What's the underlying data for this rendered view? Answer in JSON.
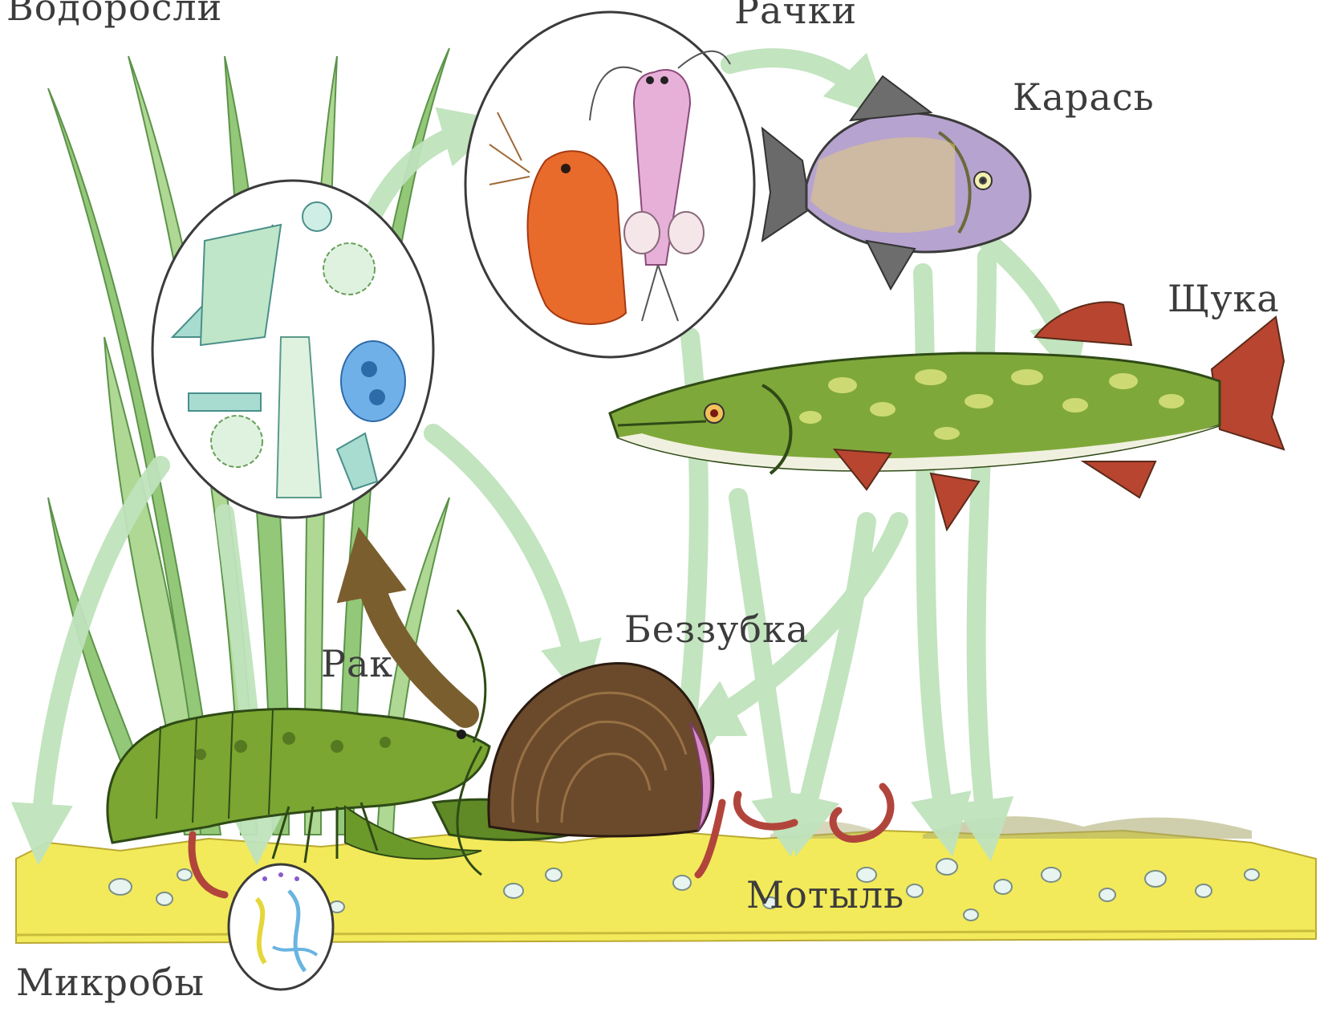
{
  "labels": {
    "algae": "Водоросли",
    "crustaceans": "Рачки",
    "crucian": "Карась",
    "pike": "Щука",
    "crayfish": "Рак",
    "mussel": "Беззубка",
    "bloodworm": "Мотыль",
    "microbes": "Микробы"
  },
  "colors": {
    "arrow": "#bfe3bc",
    "food_arrow": "#7a5e2e",
    "sediment": "#f2ea5a",
    "algae": "#8cc46e",
    "pike_body": "#7fa83a",
    "crayfish": "#7aa631",
    "mussel_shell": "#6b4a2c",
    "bloodworm": "#b2453b",
    "daphnia": "#e86b2c",
    "crucian_scales": "#b7a3cf"
  }
}
